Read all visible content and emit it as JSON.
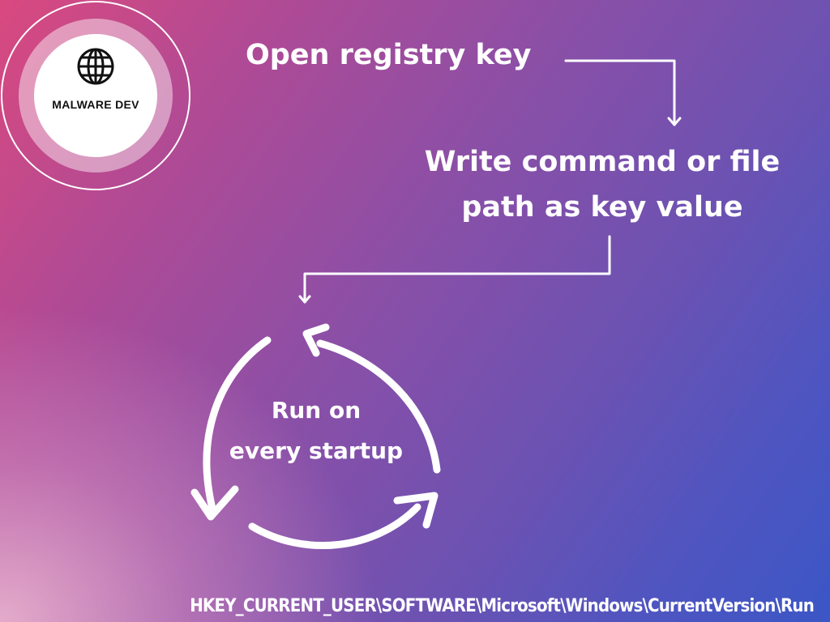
{
  "badge": {
    "icon": "globe-icon",
    "label": "MALWARE DEV"
  },
  "steps": [
    {
      "lines": [
        "Open registry key"
      ]
    },
    {
      "lines": [
        "Write command or file",
        "path as key value"
      ]
    }
  ],
  "cycle": {
    "lines": [
      "Run on",
      "every startup"
    ]
  },
  "registry_path": "HKEY_CURRENT_USER\\SOFTWARE\\Microsoft\\Windows\\CurrentVersion\\Run",
  "colors": {
    "text": "#ffffff",
    "gradient_pink": "#d9497f",
    "gradient_purple": "#8c4fa6",
    "gradient_blue": "#3b56c6"
  }
}
